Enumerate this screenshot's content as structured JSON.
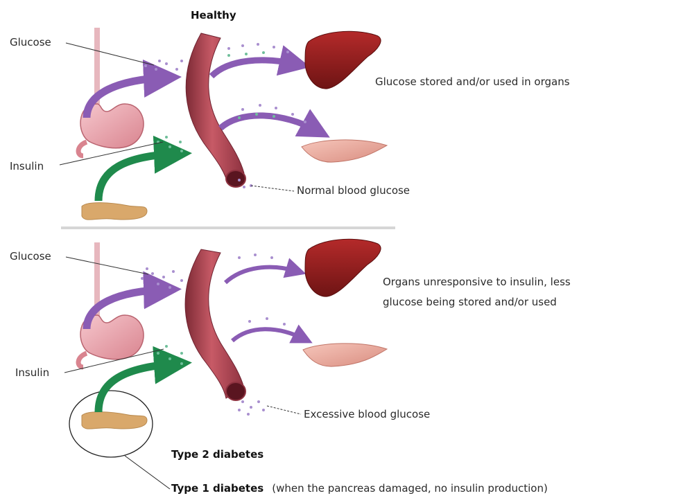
{
  "healthy_panel": {
    "title": "Healthy",
    "glucose_label": "Glucose",
    "insulin_label": "Insulin",
    "organs_caption": "Glucose stored and/or used in organs",
    "blood_caption": "Normal blood glucose"
  },
  "diabetes_panel": {
    "glucose_label": "Glucose",
    "insulin_label": "Insulin",
    "organs_caption_line1": "Organs unresponsive to insulin, less",
    "organs_caption_line2": "glucose being stored and/or used",
    "blood_caption": "Excessive blood glucose",
    "type2_label": "Type 2 diabetes",
    "type1_label_bold": "Type 1 diabetes",
    "type1_label_note": "(when the pancreas damaged, no insulin production)"
  },
  "colors": {
    "glucose_arrow": "#8a5cb4",
    "insulin_arrow": "#1f8a4c",
    "blood_vessel": "#a8424e",
    "liver": "#8c1c1c",
    "muscle": "#e8a79a",
    "pancreas": "#d9a86b",
    "stomach": "#e8a6ae",
    "divider": "#d6d6d6"
  }
}
